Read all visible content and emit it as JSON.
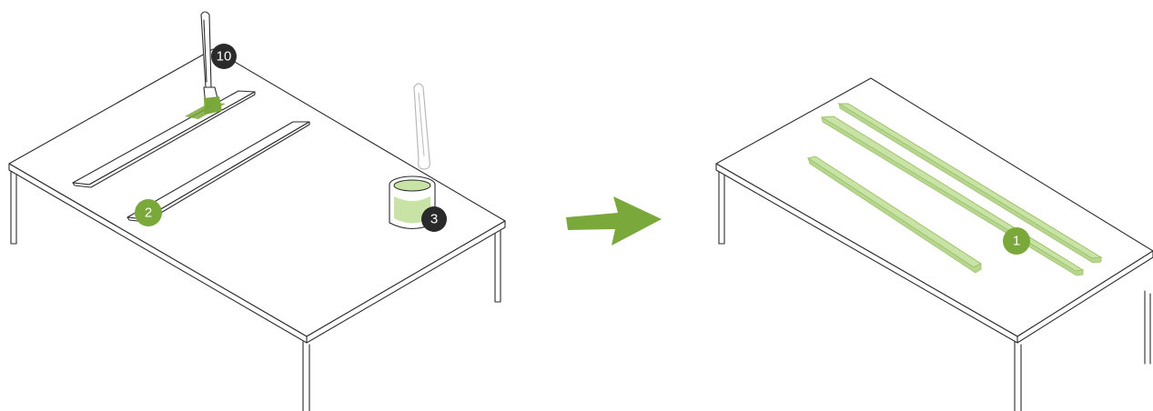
{
  "colors": {
    "accent_green": "#7aa83a",
    "light_green": "#c9e2a6",
    "light_green_stroke": "#9cc46a",
    "dark_badge": "#2a2a2a",
    "line": "#2b2b2b",
    "faded_tool": "#b9b9b9"
  },
  "steps": {
    "brush_badge": "10",
    "strips_badge": "2",
    "paint_can_badge": "3",
    "result_badge": "1"
  }
}
